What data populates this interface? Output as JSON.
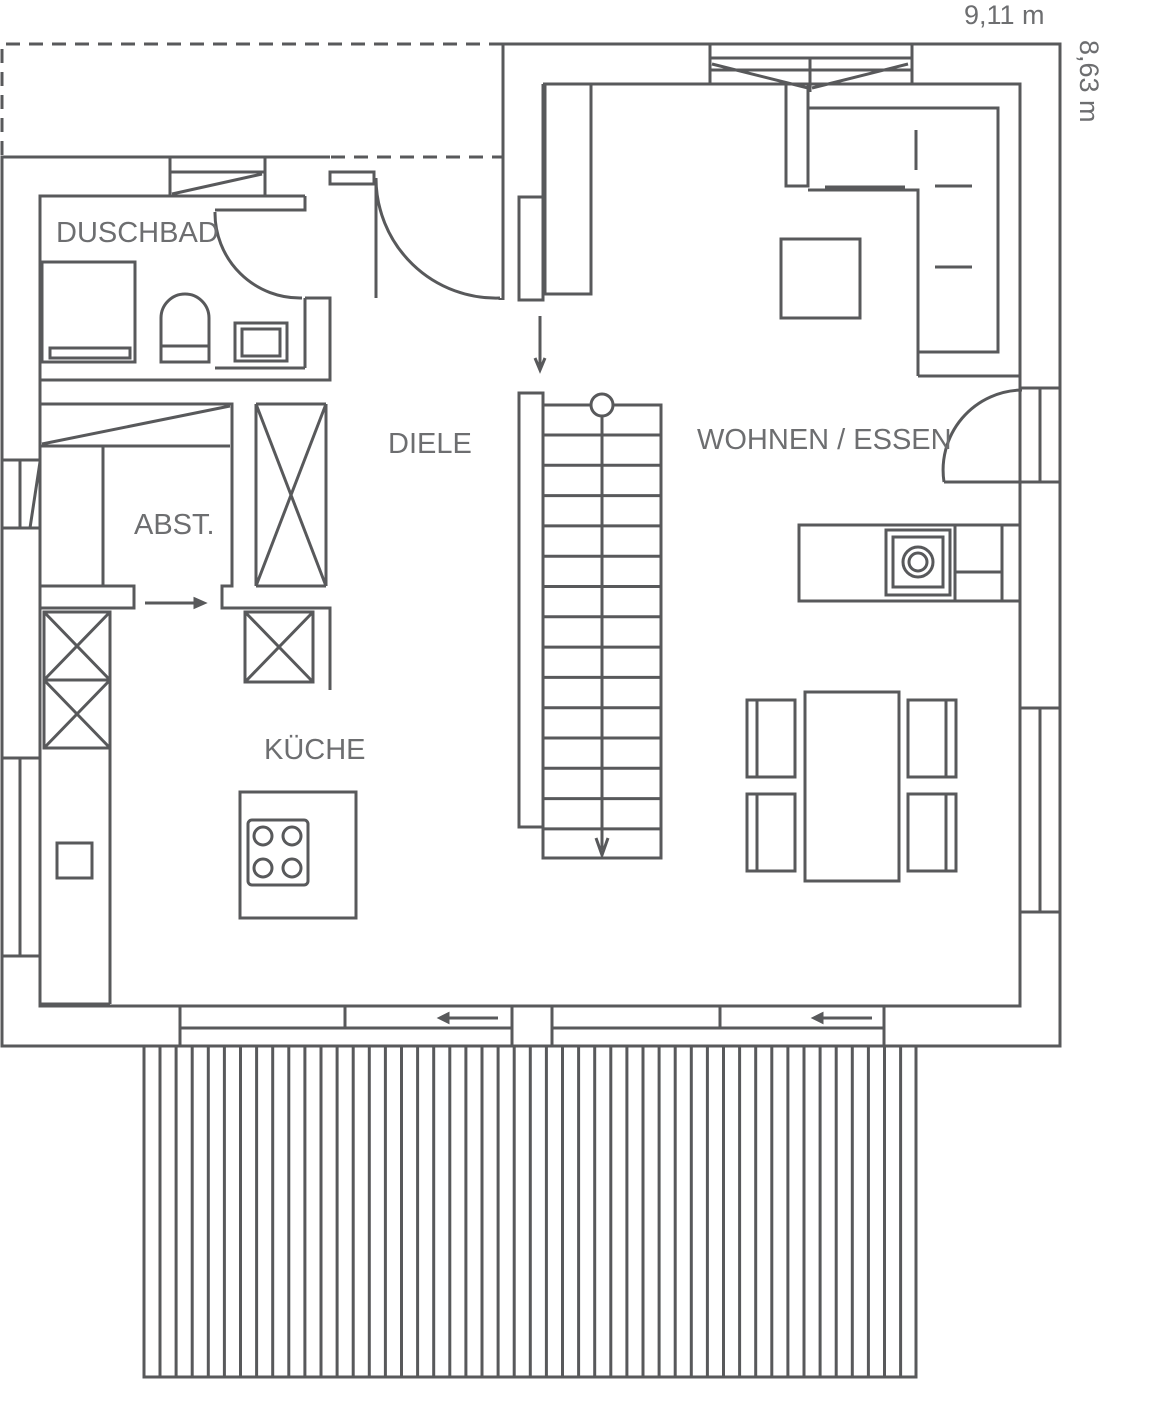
{
  "dimensions": {
    "width_label": "9,11 m",
    "depth_label": "8,63 m"
  },
  "rooms": {
    "duschbad": "DUSCHBAD",
    "abst": "ABST.",
    "diele": "DIELE",
    "kueche": "KÜCHE",
    "wohnen_essen": "WOHNEN / ESSEN"
  },
  "colors": {
    "line": "#58595b",
    "text": "#6d6e70",
    "background": "#ffffff"
  }
}
